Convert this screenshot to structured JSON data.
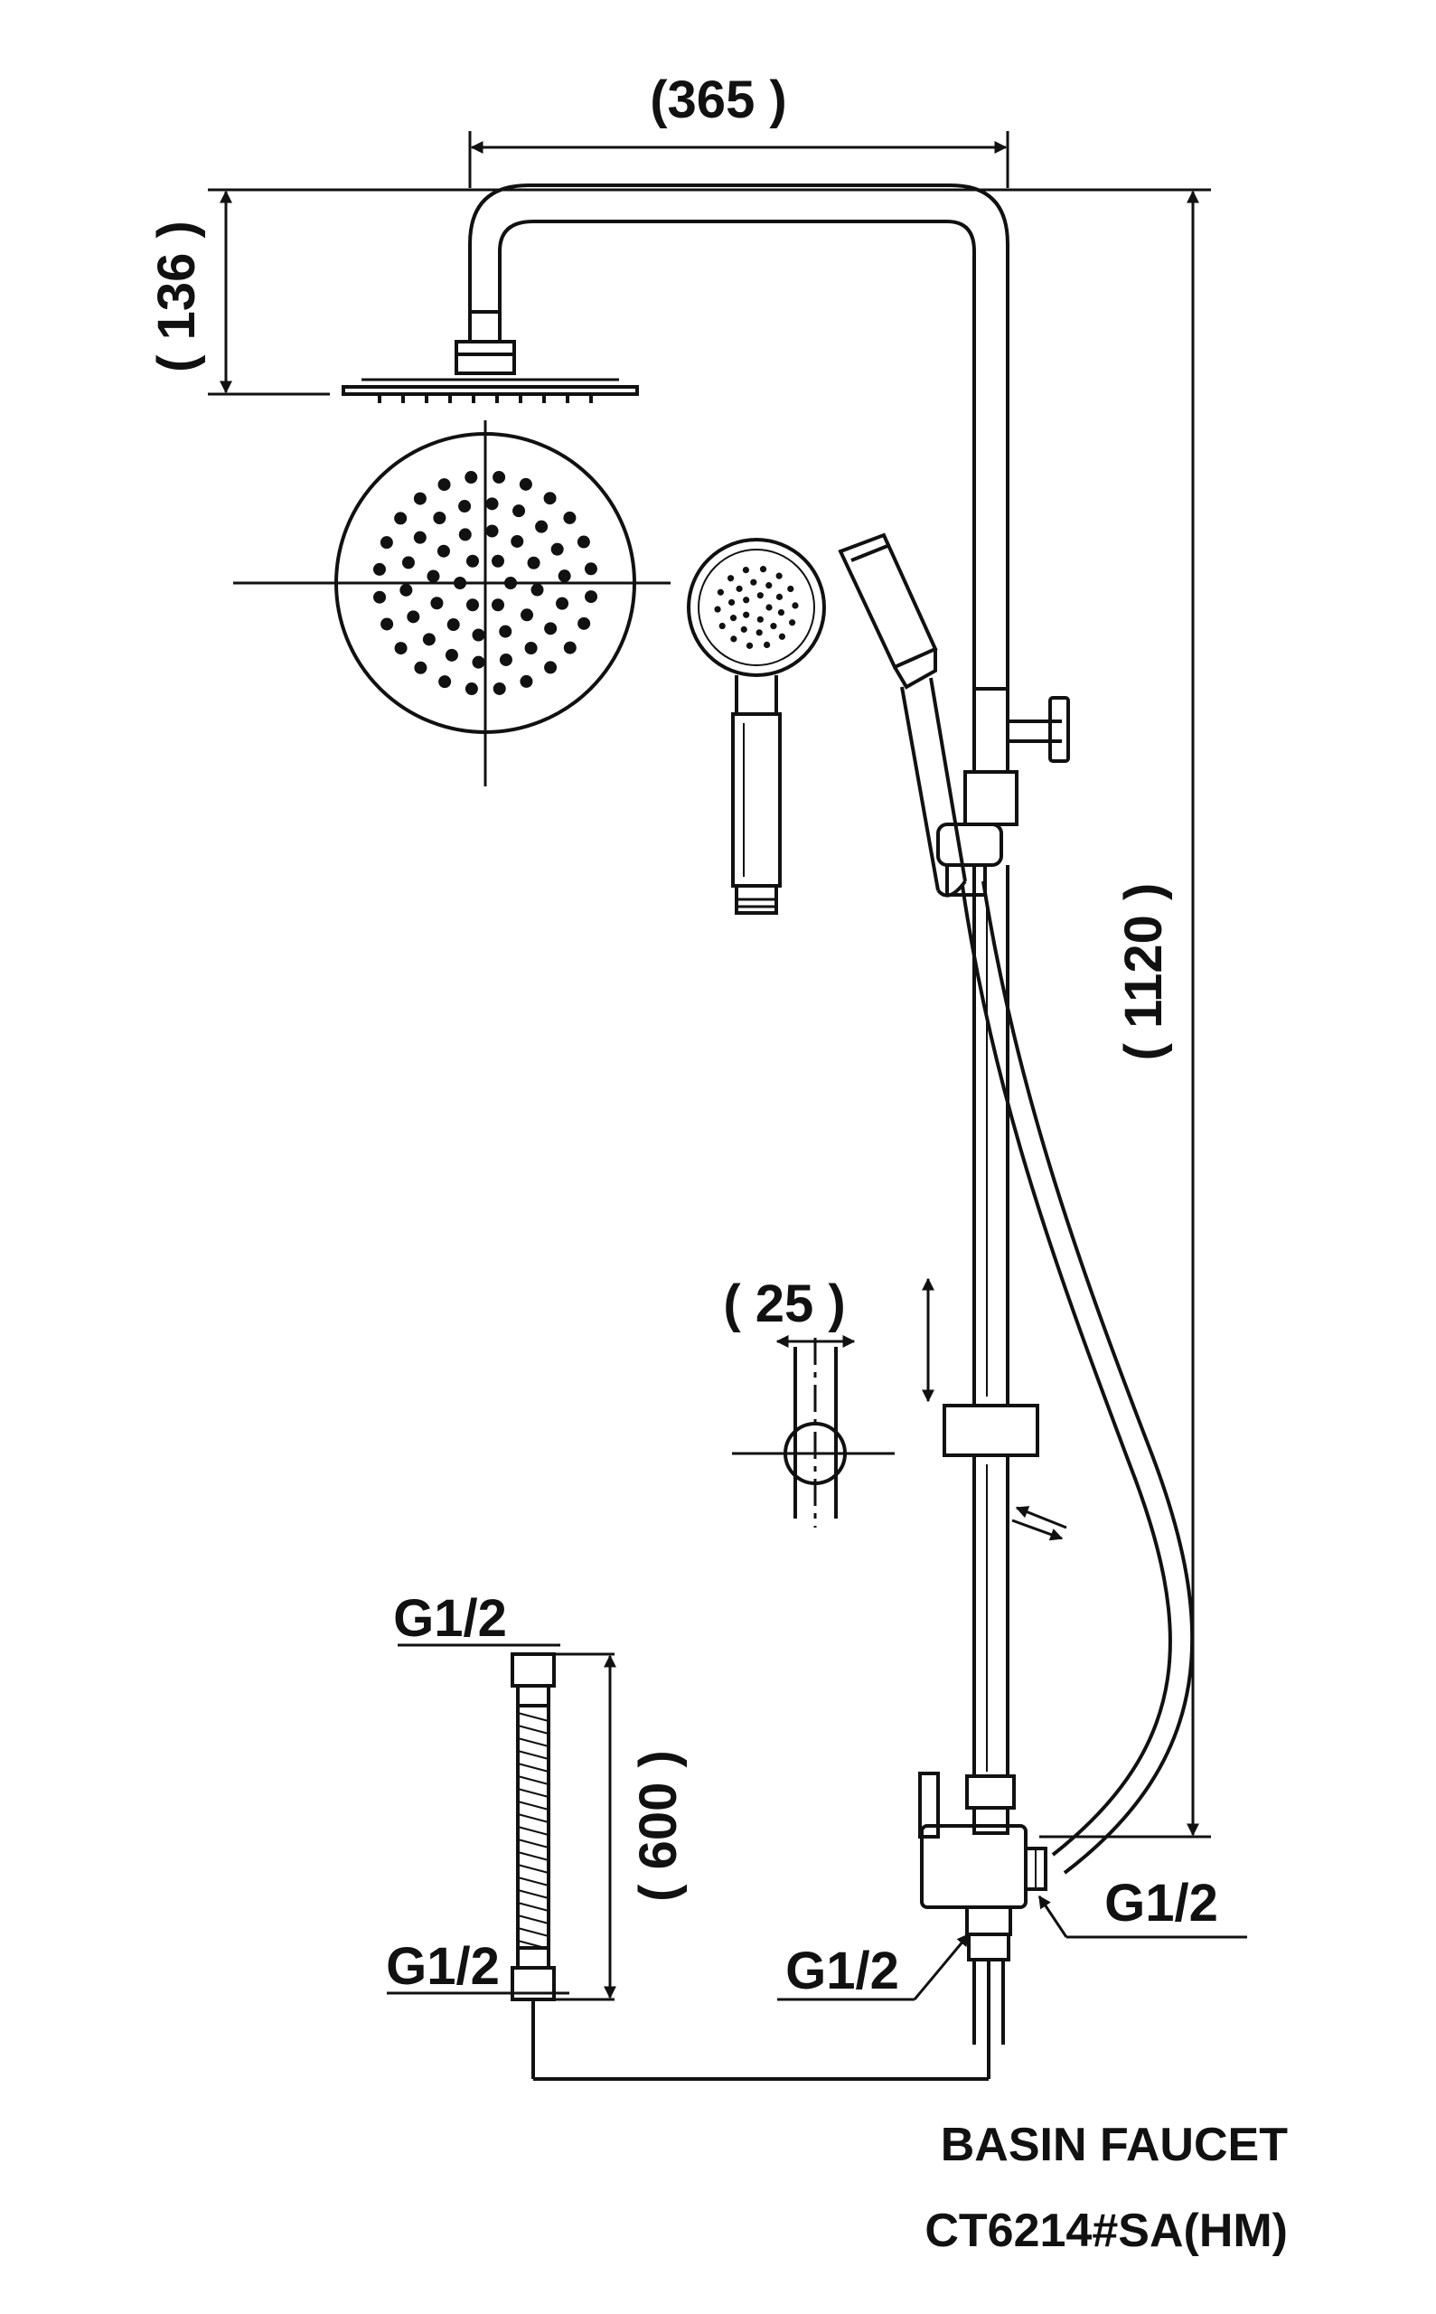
{
  "dimensions": {
    "width_365": "(365 )",
    "height_136": "( 136 )",
    "height_1120": "( 1120 )",
    "bar_25": "( 25 )",
    "hose_600": "( 600 )"
  },
  "connections": {
    "hose_top": "G1/2",
    "hose_bottom": "G1/2",
    "valve_inlet": "G1/2",
    "valve_outlet": "G1/2"
  },
  "caption": {
    "line1": "BASIN FAUCET",
    "line2": "CT6214#SA(HM)"
  },
  "colors": {
    "ink": "#111111",
    "background": "#ffffff"
  }
}
